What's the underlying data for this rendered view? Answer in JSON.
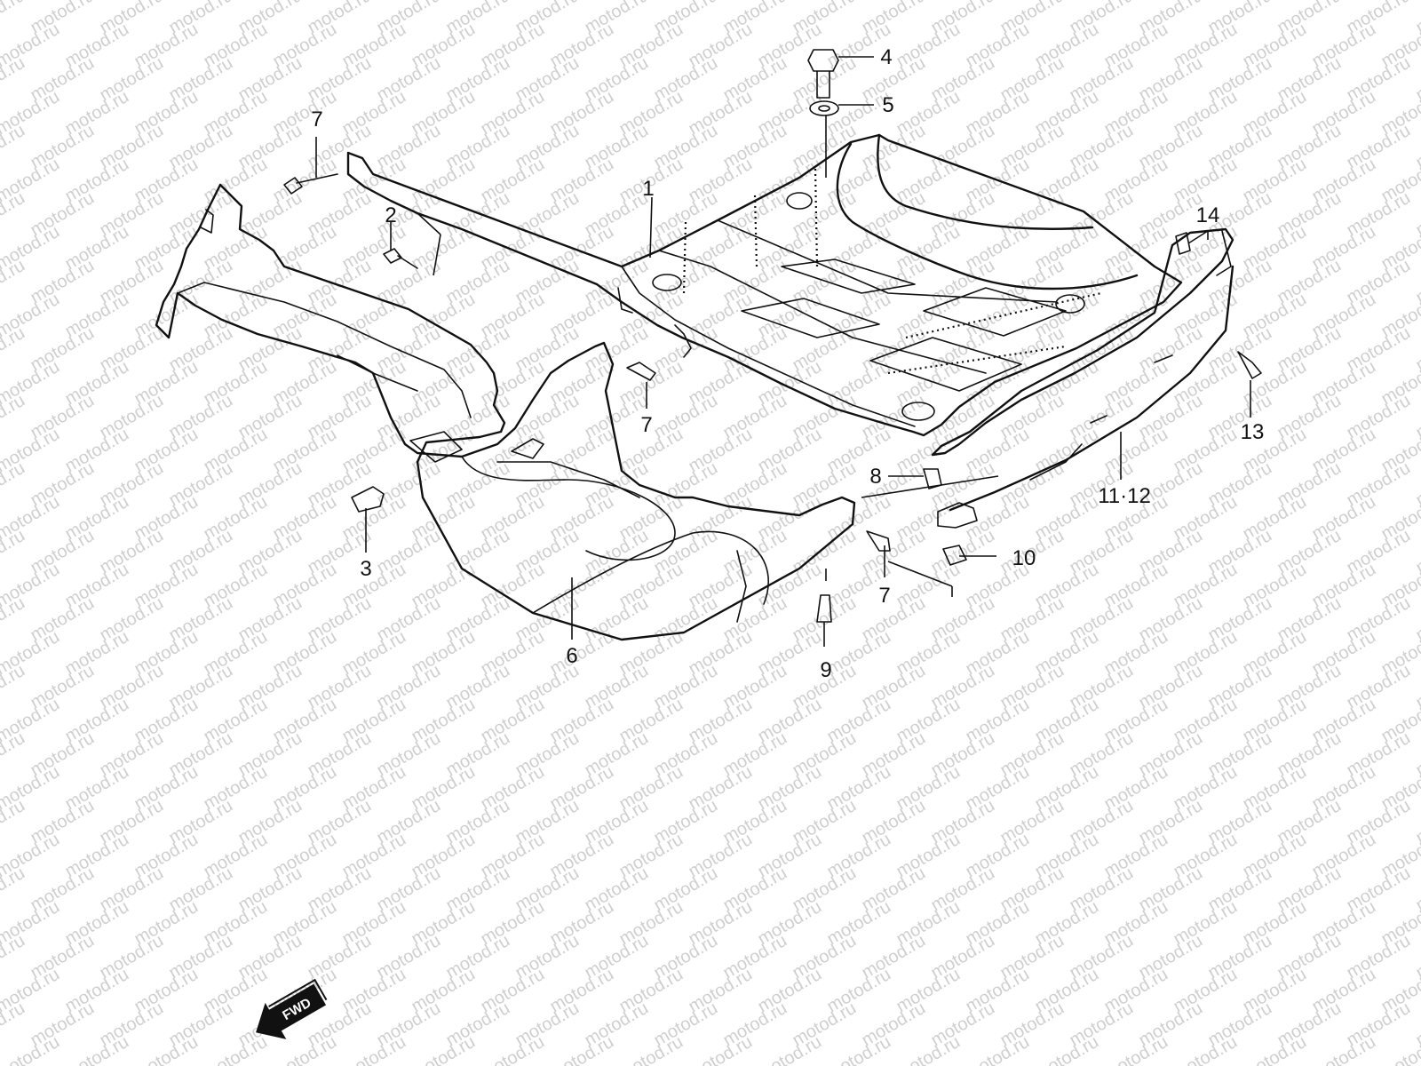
{
  "watermark": "motod.ru",
  "fwd_label": "FWD",
  "callouts": {
    "c1": "1",
    "c2": "2",
    "c3": "3",
    "c4": "4",
    "c5": "5",
    "c6": "6",
    "c7a": "7",
    "c7b": "7",
    "c7c": "7",
    "c8": "8",
    "c9": "9",
    "c10": "10",
    "c11_12": "11·12",
    "c13": "13",
    "c14": "14"
  }
}
